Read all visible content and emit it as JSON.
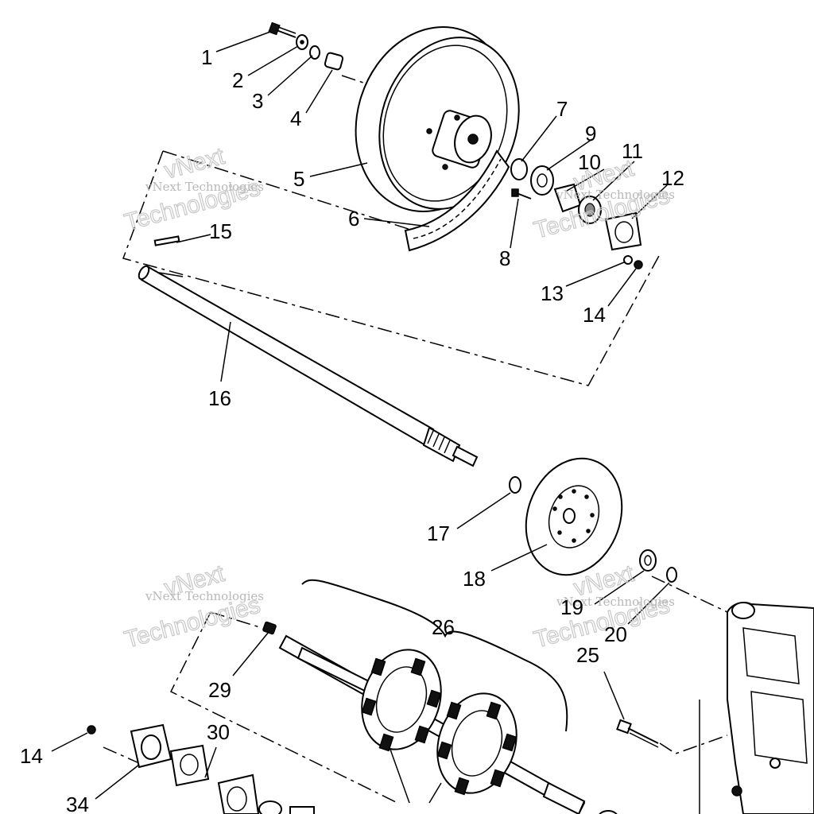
{
  "watermark": {
    "line1": "vNext Technologies",
    "big_top": "vNext",
    "big_bottom": "Technologies"
  },
  "callouts": [
    "1",
    "2",
    "3",
    "4",
    "5",
    "6",
    "7",
    "8",
    "9",
    "10",
    "11",
    "12",
    "13",
    "14",
    "15",
    "16",
    "17",
    "18",
    "19",
    "20",
    "25",
    "26",
    "29",
    "30",
    "34"
  ],
  "callout_14_repeat": "14"
}
